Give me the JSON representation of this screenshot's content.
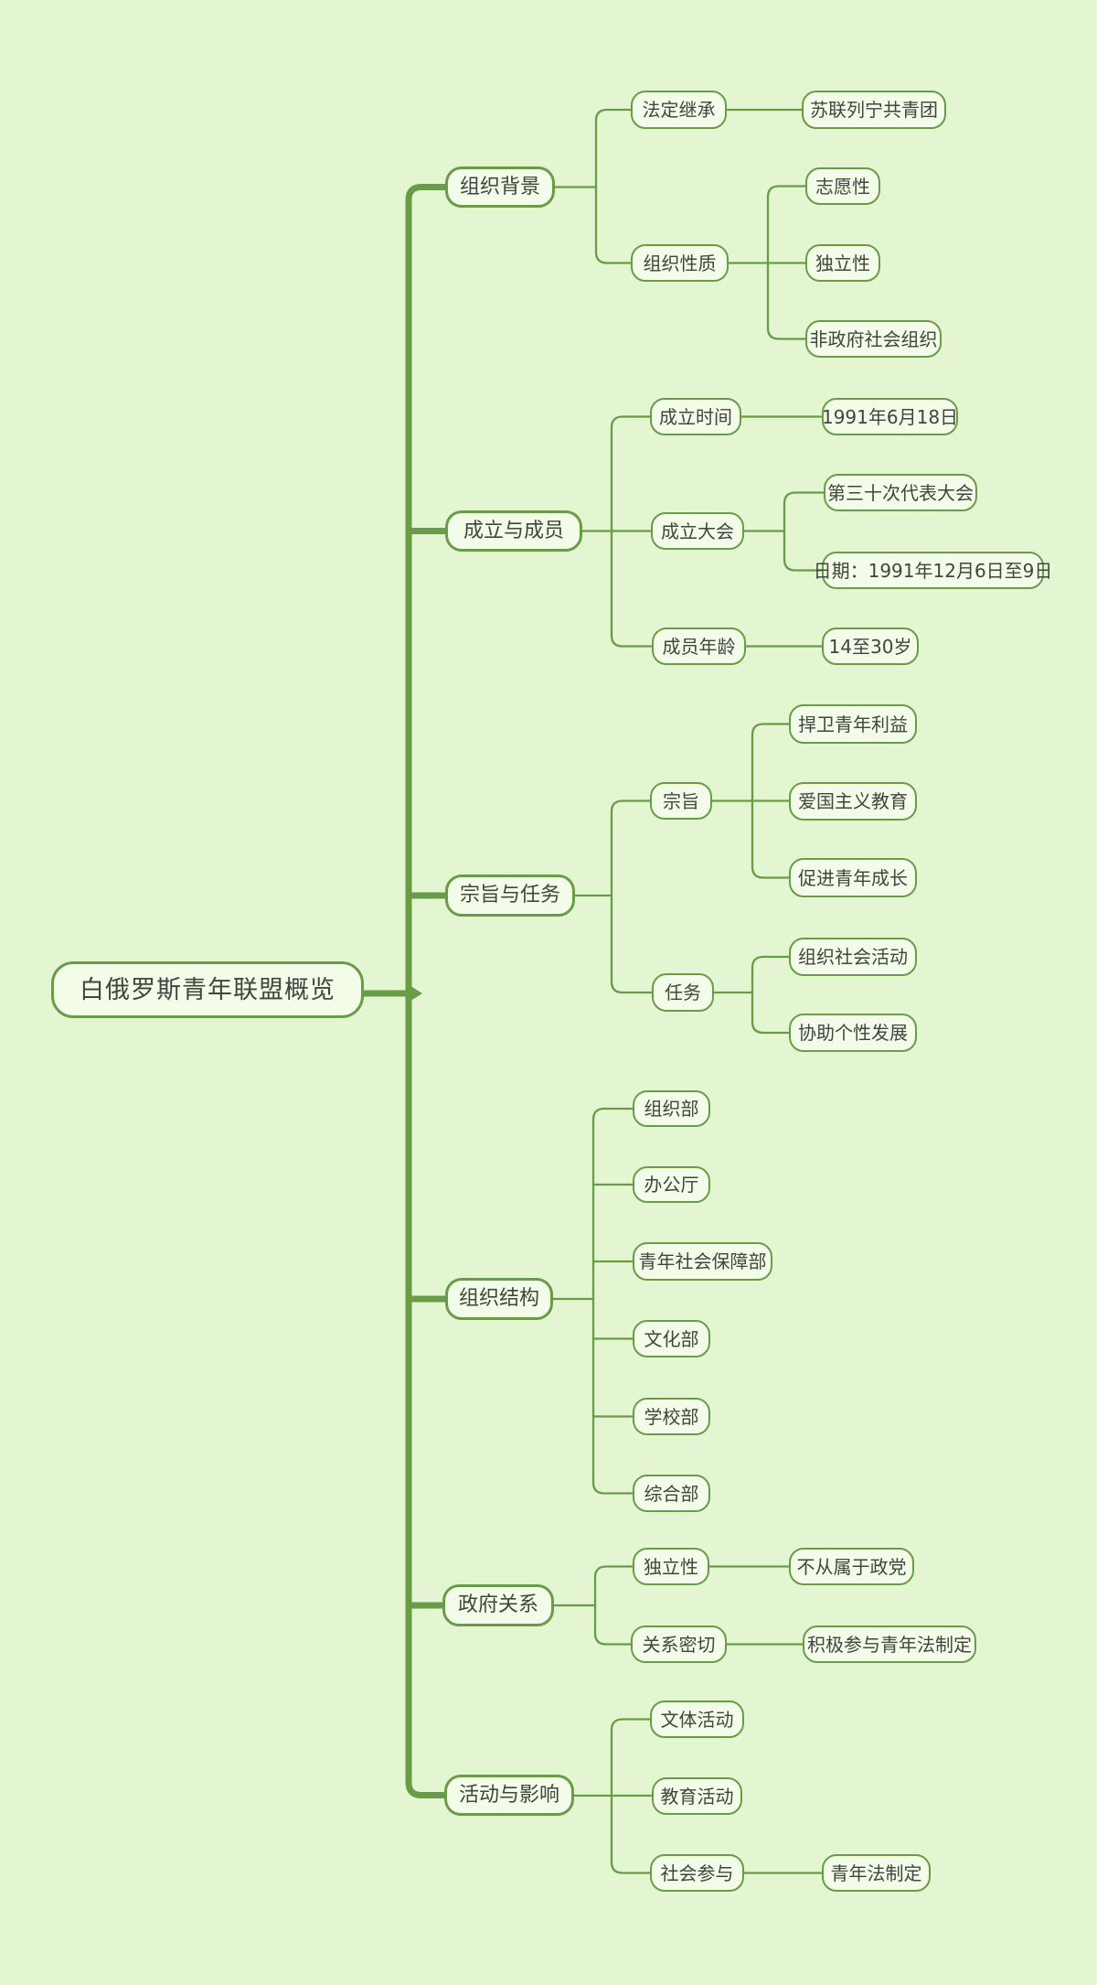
{
  "mindmap": {
    "root": "白俄罗斯青年联盟概览",
    "branches": [
      {
        "label": "组织背景",
        "children": [
          {
            "label": "法定继承",
            "children": [
              {
                "label": "苏联列宁共青团"
              }
            ]
          },
          {
            "label": "组织性质",
            "children": [
              {
                "label": "志愿性"
              },
              {
                "label": "独立性"
              },
              {
                "label": "非政府社会组织"
              }
            ]
          }
        ]
      },
      {
        "label": "成立与成员",
        "children": [
          {
            "label": "成立时间",
            "children": [
              {
                "label": "1991年6月18日"
              }
            ]
          },
          {
            "label": "成立大会",
            "children": [
              {
                "label": "第三十次代表大会"
              },
              {
                "label": "日期：1991年12月6日至9日"
              }
            ]
          },
          {
            "label": "成员年龄",
            "children": [
              {
                "label": "14至30岁"
              }
            ]
          }
        ]
      },
      {
        "label": "宗旨与任务",
        "children": [
          {
            "label": "宗旨",
            "children": [
              {
                "label": "捍卫青年利益"
              },
              {
                "label": "爱国主义教育"
              },
              {
                "label": "促进青年成长"
              }
            ]
          },
          {
            "label": "任务",
            "children": [
              {
                "label": "组织社会活动"
              },
              {
                "label": "协助个性发展"
              }
            ]
          }
        ]
      },
      {
        "label": "组织结构",
        "children": [
          {
            "label": "组织部"
          },
          {
            "label": "办公厅"
          },
          {
            "label": "青年社会保障部"
          },
          {
            "label": "文化部"
          },
          {
            "label": "学校部"
          },
          {
            "label": "综合部"
          }
        ]
      },
      {
        "label": "政府关系",
        "children": [
          {
            "label": "独立性",
            "children": [
              {
                "label": "不从属于政党"
              }
            ]
          },
          {
            "label": "关系密切",
            "children": [
              {
                "label": "积极参与青年法制定"
              }
            ]
          }
        ]
      },
      {
        "label": "活动与影响",
        "children": [
          {
            "label": "文体活动"
          },
          {
            "label": "教育活动"
          },
          {
            "label": "社会参与",
            "children": [
              {
                "label": "青年法制定"
              }
            ]
          }
        ]
      }
    ],
    "colors": {
      "background": "#e3f6d1",
      "node_fill": "#f2fce9",
      "line": "#689c46",
      "text": "#42453e"
    }
  }
}
